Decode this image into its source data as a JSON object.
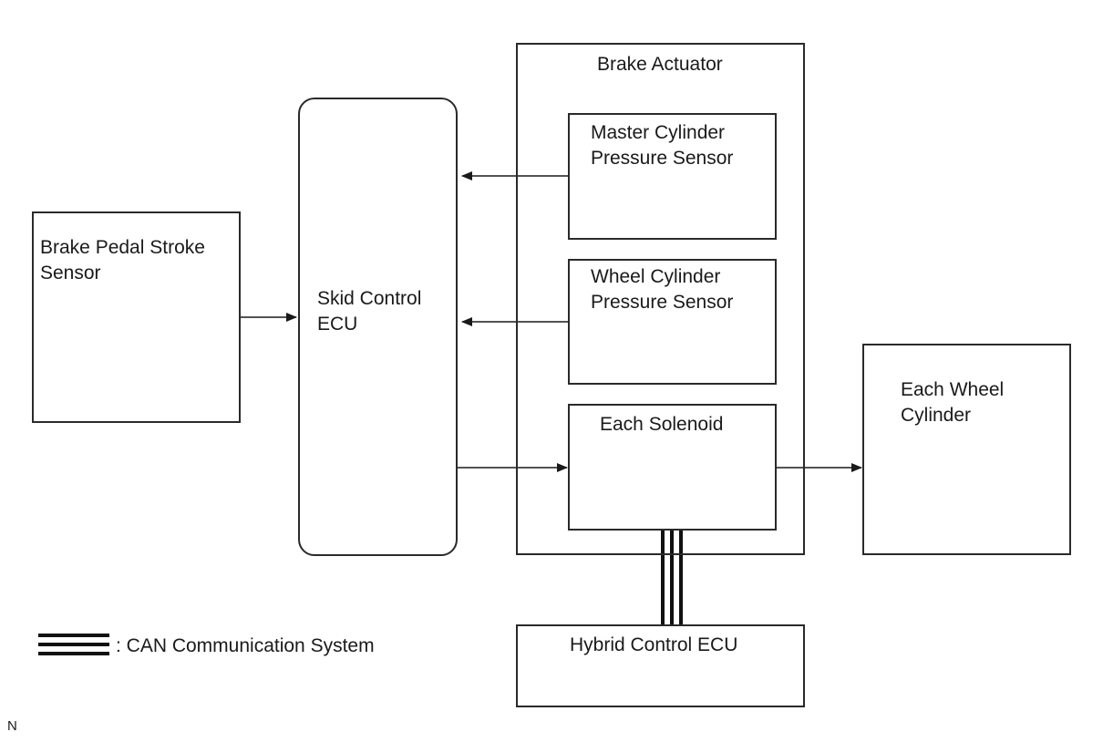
{
  "blocks": {
    "brake_pedal_stroke_sensor": "Brake Pedal Stroke\nSensor",
    "skid_control_ecu": "Skid Control\nECU",
    "brake_actuator": "Brake Actuator",
    "master_cylinder_pressure_sensor": "Master Cylinder\nPressure Sensor",
    "wheel_cylinder_pressure_sensor": "Wheel Cylinder\nPressure Sensor",
    "each_solenoid": "Each Solenoid",
    "each_wheel_cylinder": "Each Wheel\nCylinder",
    "hybrid_control_ecu": "Hybrid Control ECU"
  },
  "legend": {
    "can_label": ": CAN Communication System"
  },
  "corner_mark": "N",
  "colors": {
    "line": "#2a2a2a",
    "background": "#ffffff"
  }
}
